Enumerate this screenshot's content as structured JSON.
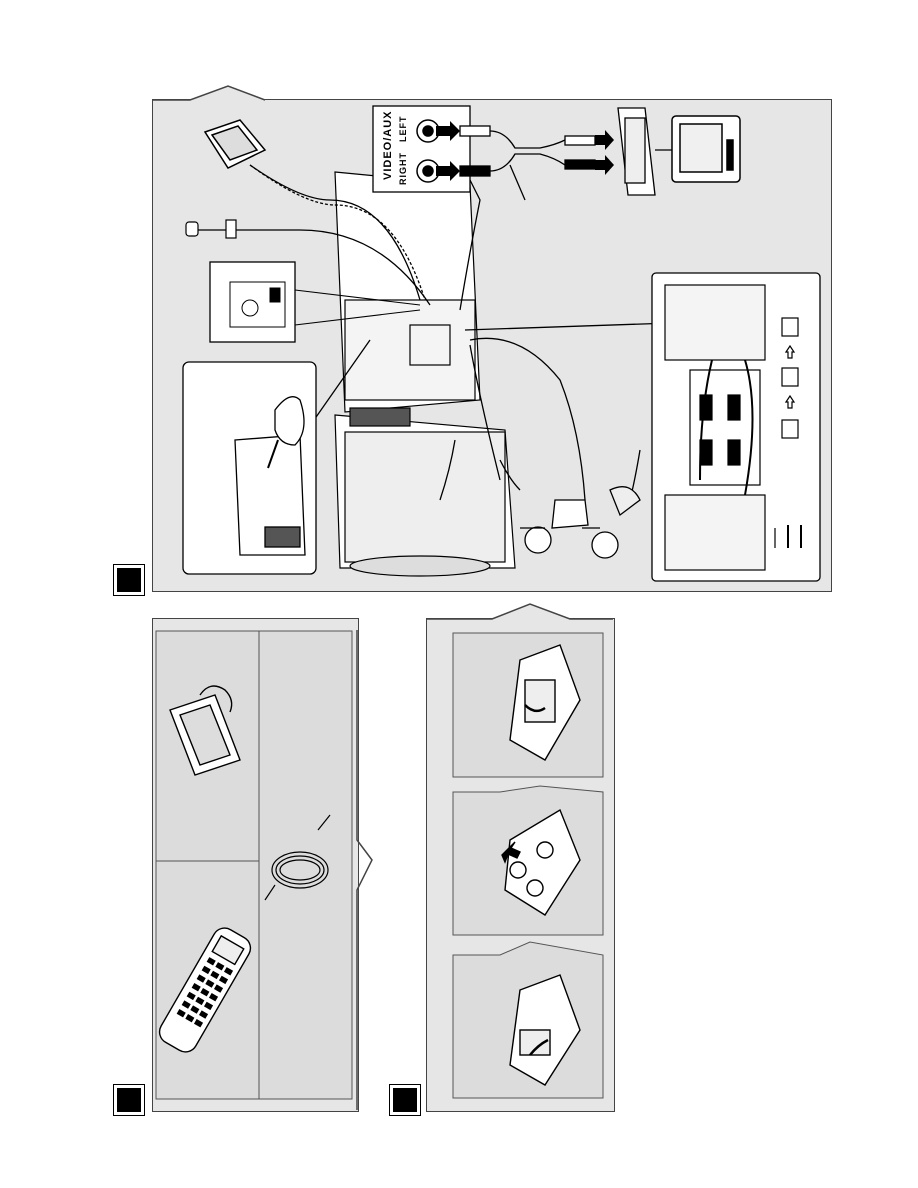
{
  "connection_diagram": {
    "video_aux_label": "VIDEO/AUX",
    "left_label": "LEFT",
    "right_label": "RIGHT"
  },
  "colors": {
    "panel_bg": "#e6e6e6",
    "sub_panel_bg": "#dcdcdc",
    "marker": "#000000",
    "line": "#000000"
  },
  "icons": [
    "loop-antenna-icon",
    "fm-wire-antenna-icon",
    "tv-icon",
    "vcr-icon",
    "audio-cable-icon",
    "power-plug-icon",
    "speaker-wire-icon",
    "remote-control-icon",
    "battery-icon",
    "screwdriver-icon"
  ]
}
